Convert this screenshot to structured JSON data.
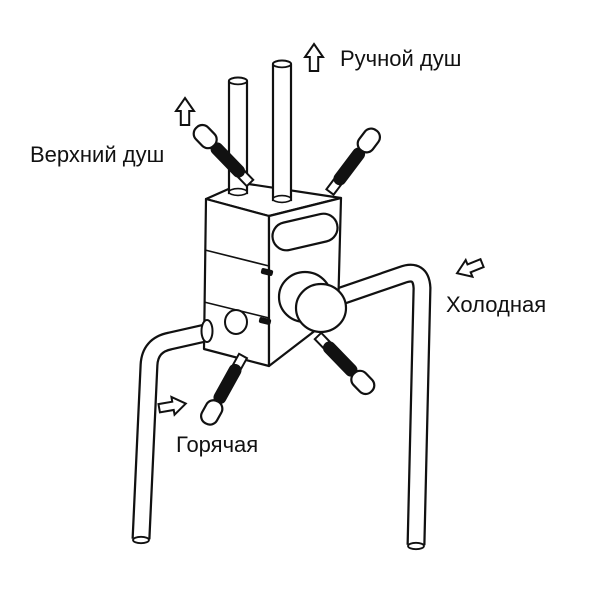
{
  "figure": {
    "type": "technical-line-diagram",
    "subject": "concealed shower mixer valve rough-in with inlet and outlet pipes",
    "background_color": "#ffffff",
    "line_color": "#111111",
    "labels": {
      "hand_shower": "Ручной душ",
      "overhead_shower": "Верхний душ",
      "cold": "Холодная",
      "hot": "Горячая"
    },
    "arrows": [
      {
        "id": "hand-shower-flow",
        "direction": "up"
      },
      {
        "id": "overhead-shower-flow",
        "direction": "up"
      },
      {
        "id": "cold-inlet-flow",
        "direction": "left-down"
      },
      {
        "id": "hot-inlet-flow",
        "direction": "right-up"
      }
    ]
  }
}
